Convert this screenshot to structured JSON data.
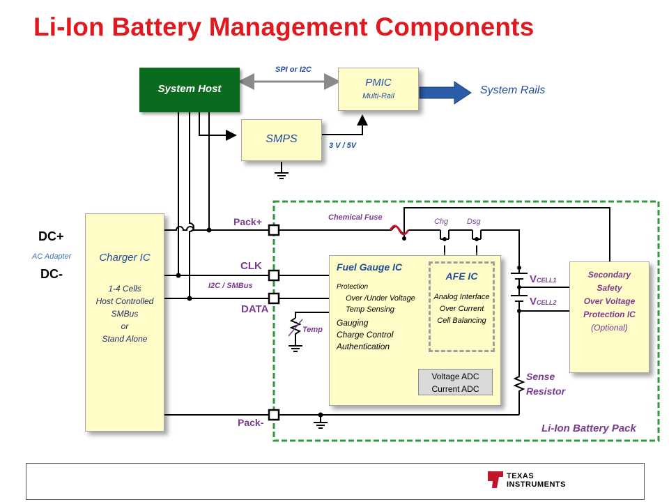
{
  "title": "Li-Ion Battery Management Components",
  "system_host": "System Host",
  "bus_host_pmic": "SPI or I2C",
  "pmic": {
    "title": "PMIC",
    "subtitle": "Multi-Rail"
  },
  "system_rails": "System Rails",
  "smps": "SMPS",
  "voltage_label": "3 V  /  5V",
  "charger": {
    "title": "Charger IC",
    "lines": [
      "1-4 Cells",
      "Host Controlled",
      "SMBus",
      "or",
      "Stand Alone"
    ]
  },
  "dc_plus": "DC+",
  "ac_adapter": "AC Adapter",
  "dc_minus": "DC-",
  "pack_plus": "Pack+",
  "clk": "CLK",
  "i2c_smbus": "I2C / SMBus",
  "data": "DATA",
  "pack_minus": "Pack-",
  "chemical_fuse": "Chemical Fuse",
  "chg": "Chg",
  "dsg": "Dsg",
  "temp": "Temp",
  "fuel_gauge": {
    "title": "Fuel Gauge IC",
    "protection": "Protection",
    "over_under": "Over /Under Voltage",
    "temp_sensing": "Temp Sensing",
    "gauging": "Gauging",
    "charge_control": "Charge Control",
    "authentication": "Authentication"
  },
  "afe": {
    "title": "AFE IC",
    "lines": [
      "Analog Interface",
      "Over Current",
      "Cell Balancing"
    ]
  },
  "adc": {
    "line1": "Voltage ADC",
    "line2": "Current ADC"
  },
  "vcell1": {
    "main": "V",
    "sub": "CELL1"
  },
  "vcell2": {
    "main": "V",
    "sub": "CELL2"
  },
  "sense_resistor": {
    "line1": "Sense",
    "line2": "Resistor"
  },
  "secondary": {
    "lines": [
      "Secondary",
      "Safety",
      "Over Voltage",
      "Protection  IC"
    ],
    "optional": "(Optional)"
  },
  "battery_pack": "Li-Ion Battery Pack",
  "logo": {
    "line1": "TEXAS",
    "line2": "INSTRUMENTS"
  }
}
